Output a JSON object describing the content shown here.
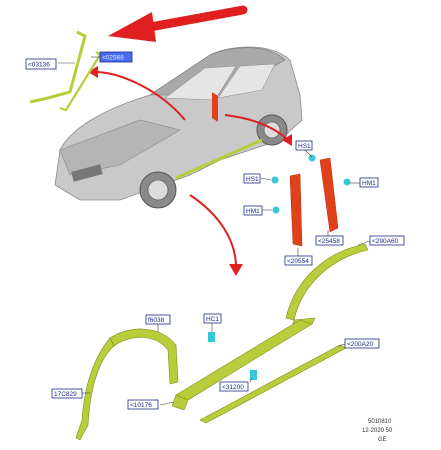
{
  "labels": {
    "trim_a": "<03136",
    "trim_b": "<02568",
    "hs1_top": "HS1",
    "hs1_left": "HS1",
    "hm1_right": "HM1",
    "hm1_left": "HM1",
    "part_25458": "<25458",
    "part_20554": "<20554",
    "part_290a60": "<290A60",
    "part_f6038": "f6038",
    "part_hc1": "HC1",
    "part_200a20": "<200A20",
    "part_31200": "<31200",
    "part_10176": "<10176",
    "part_17c829": "17C829"
  },
  "footer": {
    "code": "5010810",
    "date": "12-2020 50",
    "region": "GE"
  },
  "colors": {
    "arrow_red": "#e02020",
    "part_red": "#e0401a",
    "part_green": "#b9cc3a",
    "clip_cyan": "#37c8d8",
    "car_grey": "#c9c9c9",
    "callout_blue": "#1b2b8a"
  }
}
